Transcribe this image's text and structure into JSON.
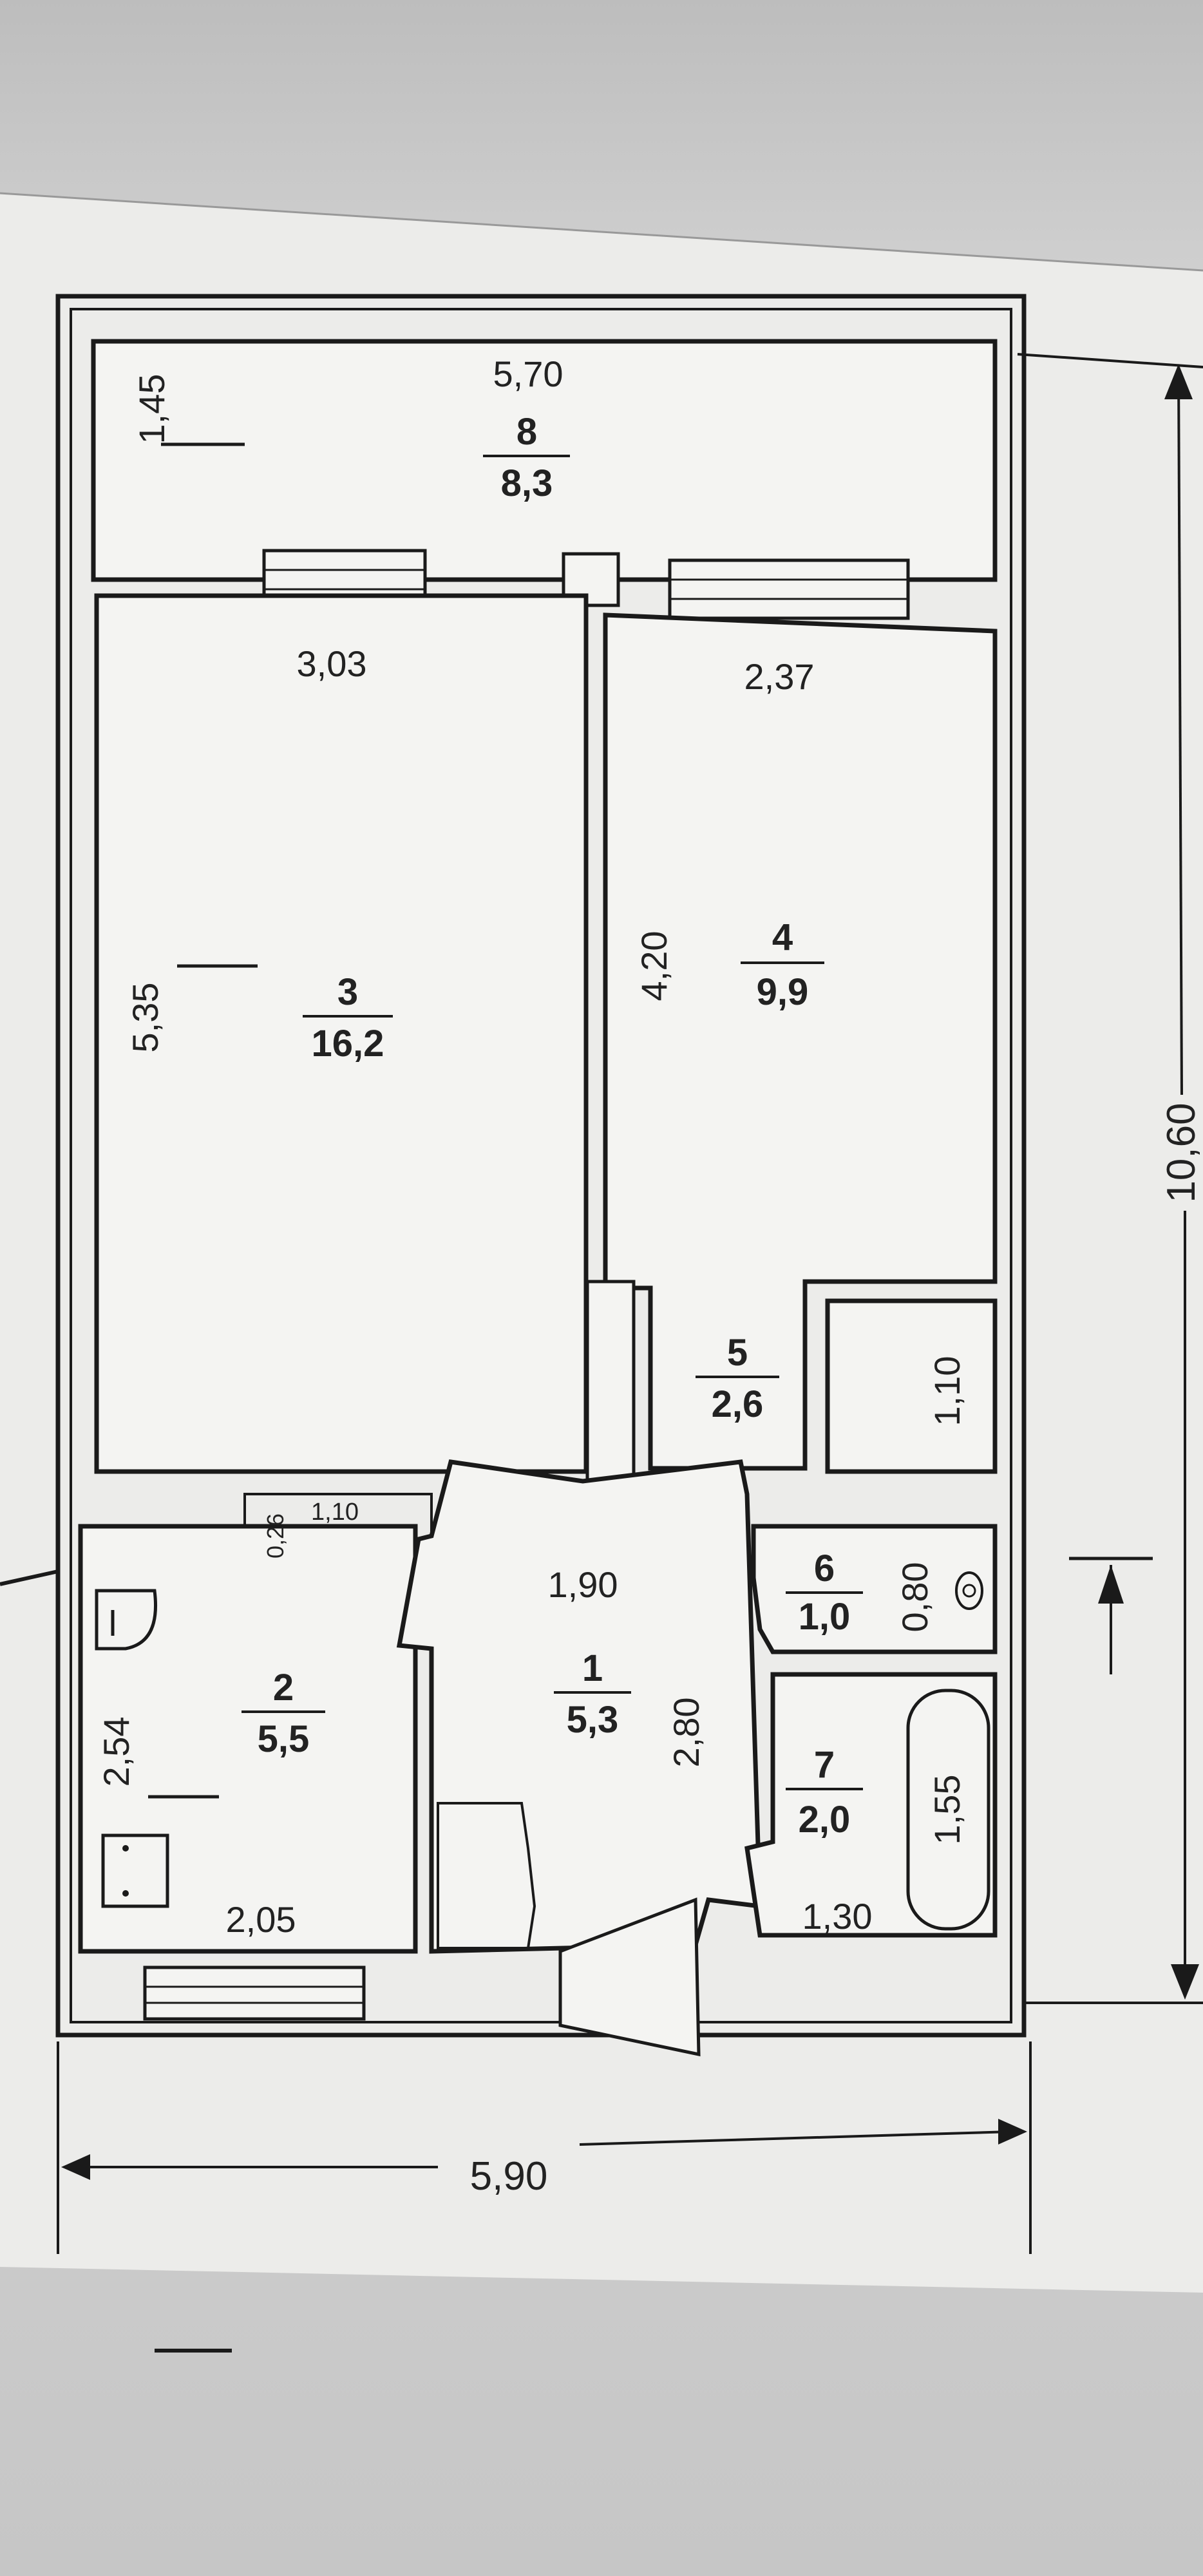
{
  "plan": {
    "overall_width": "5,90",
    "overall_length": "10,60",
    "rooms": [
      {
        "number": "1",
        "area": "5,3"
      },
      {
        "number": "2",
        "area": "5,5"
      },
      {
        "number": "3",
        "area": "16,2"
      },
      {
        "number": "4",
        "area": "9,9"
      },
      {
        "number": "5",
        "area": "2,6"
      },
      {
        "number": "6",
        "area": "1,0"
      },
      {
        "number": "7",
        "area": "2,0"
      },
      {
        "number": "8",
        "area": "8,3"
      }
    ],
    "dimensions": {
      "balcony_width": "5,70",
      "balcony_depth": "1,45",
      "room3_width": "3,03",
      "room3_length": "5,35",
      "room4_width": "2,37",
      "room4_length": "4,20",
      "closet_depth": "1,10",
      "hall_width": "1,90",
      "hall_length": "2,80",
      "bath_upper_width": "1,10",
      "bath_small": "0,26",
      "bath_length": "2,54",
      "bath_width": "2,05",
      "wc_width": "0,80",
      "tub_length": "1,55",
      "room7_width": "1,30"
    }
  }
}
